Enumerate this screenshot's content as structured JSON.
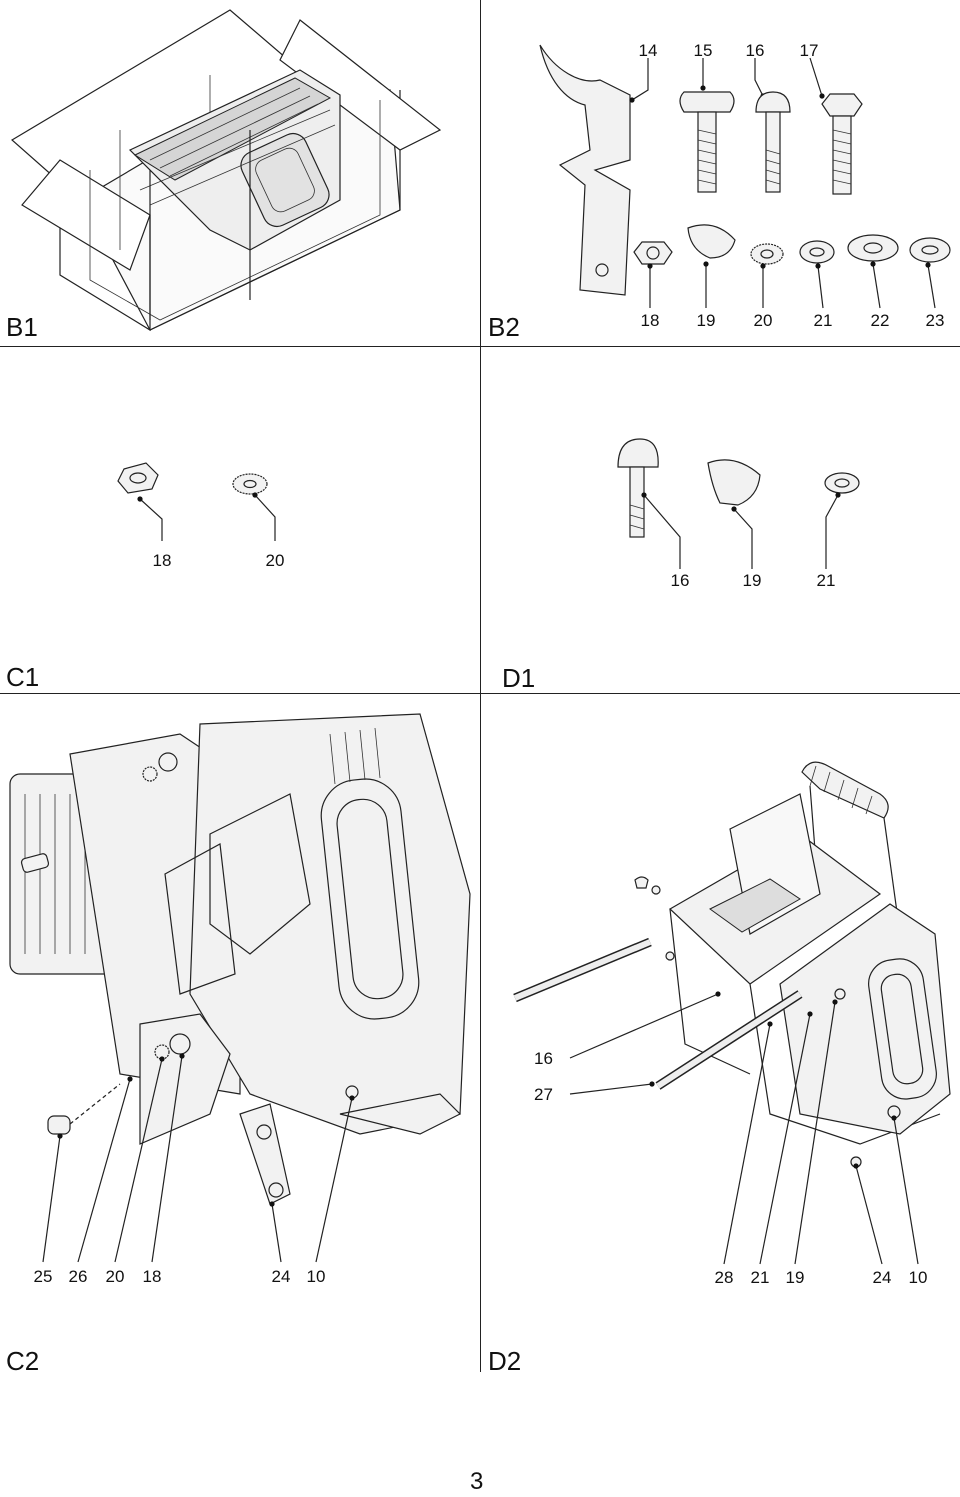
{
  "panels": {
    "B1": {
      "label": "B1"
    },
    "B2": {
      "label": "B2",
      "top_numbers": [
        "14",
        "15",
        "16",
        "17"
      ],
      "bottom_numbers": [
        "18",
        "19",
        "20",
        "21",
        "22",
        "23"
      ]
    },
    "C1": {
      "label": "C1",
      "numbers": [
        "18",
        "20"
      ]
    },
    "D1": {
      "label": "D1",
      "numbers": [
        "16",
        "19",
        "21"
      ]
    },
    "C2": {
      "label": "C2",
      "numbers": [
        "25",
        "26",
        "20",
        "18",
        "24",
        "10"
      ]
    },
    "D2": {
      "label": "D2",
      "side_numbers": [
        "16",
        "27"
      ],
      "numbers": [
        "28",
        "21",
        "19",
        "24",
        "10"
      ]
    }
  },
  "page_number": "3"
}
